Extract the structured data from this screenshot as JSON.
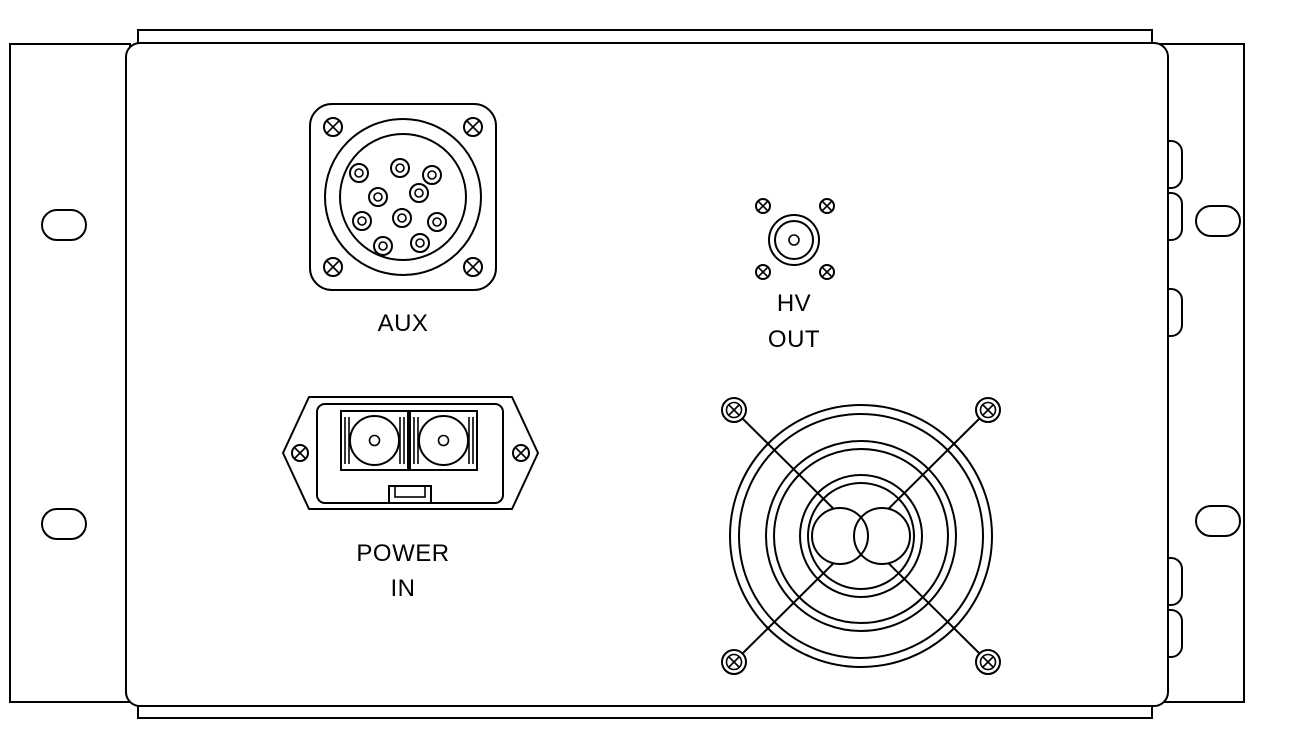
{
  "labels": {
    "aux": "AUX",
    "hv_line1": "HV",
    "hv_line2": "OUT",
    "power_line1": "POWER",
    "power_line2": "IN"
  },
  "colors": {
    "line": "#000000",
    "background": "#ffffff"
  },
  "components": [
    "left-mounting-bracket",
    "right-mounting-bracket",
    "panel-face",
    "aux-connector",
    "hv-out-connector",
    "power-inlet",
    "fan-grille"
  ]
}
